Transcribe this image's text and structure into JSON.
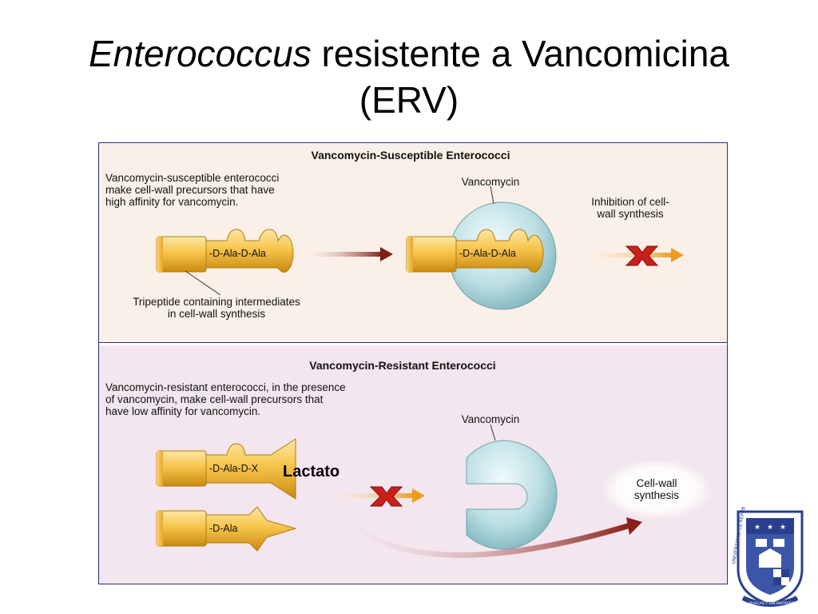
{
  "title": {
    "italic_part": "Enterococcus",
    "rest_line1": " resistente a Vancomicina",
    "line2": "(ERV)"
  },
  "top_panel": {
    "heading": "Vancomycin-Susceptible Enterococci",
    "description": [
      "Vancomycin-susceptible enterococci",
      "make cell-wall precursors that have",
      "high affinity for vancomycin."
    ],
    "precursor_label": "-D-Ala-D-Ala",
    "bound_label": "-D-Ala-D-Ala",
    "vancomycin_label": "Vancomycin",
    "result": [
      "Inhibition of cell-",
      "wall synthesis"
    ],
    "tripeptide_caption": [
      "Tripeptide containing intermediates",
      "in cell-wall synthesis"
    ]
  },
  "bottom_panel": {
    "heading": "Vancomycin-Resistant Enterococci",
    "description": [
      "Vancomycin-resistant enterococci, in the presence",
      "of vancomycin, make cell-wall precursors that",
      "have low affinity for vancomycin."
    ],
    "precursor_x_label": "-D-Ala-D-X",
    "precursor_ala_label": "-D-Ala",
    "vancomycin_label": "Vancomycin",
    "result": [
      "Cell-wall",
      "synthesis"
    ],
    "overlay_label": "Lactato"
  },
  "colors": {
    "top_bg": "#fbf0e8",
    "bottom_bg": "#f3e6ee",
    "frame": "#2a2f7a",
    "precursor": "#f2b632",
    "vancomycin": "#b9dbe0",
    "inhibit_x": "#cc1f1a",
    "arrow_dark": "#8a2a1e",
    "arrow_light": "#f0a030"
  },
  "logo": {
    "icon": "university-crest-icon",
    "text": "UNIVERSIDAD LA REPUBLICA",
    "motto": "BUSCAD Y ENCONTRAREIS"
  }
}
